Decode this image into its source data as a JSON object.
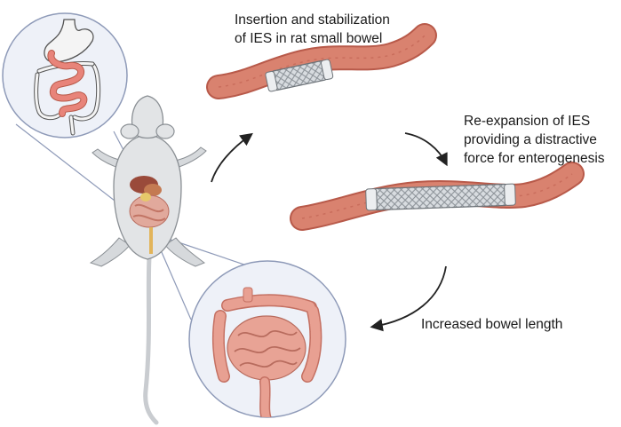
{
  "labels": {
    "insertion": [
      "Insertion and stabilization",
      "of IES in rat small bowel"
    ],
    "reexpansion": [
      "Re-expansion of IES",
      "providing a distractive",
      "force for enterogenesis"
    ],
    "increased": "Increased bowel length"
  },
  "colors": {
    "bowel": "#d9826f",
    "bowel_dark": "#b85a4a",
    "stent": "#d8dce0",
    "rat_body": "#e2e4e6",
    "circle_edge": "#8e9ab8",
    "circle_fill": "#eef1f8",
    "arrow": "#222222"
  }
}
